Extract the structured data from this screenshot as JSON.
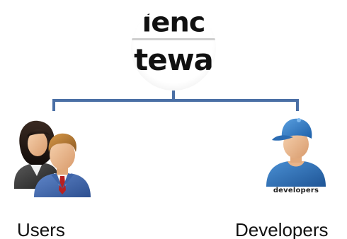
{
  "logo": {
    "line1": "ienc",
    "line2": "tewa"
  },
  "nodes": {
    "users": {
      "label": "Users"
    },
    "developers": {
      "label": "Developers",
      "caption": "developers"
    }
  },
  "colors": {
    "connector": "#4a6fa5",
    "label": "#111111"
  }
}
